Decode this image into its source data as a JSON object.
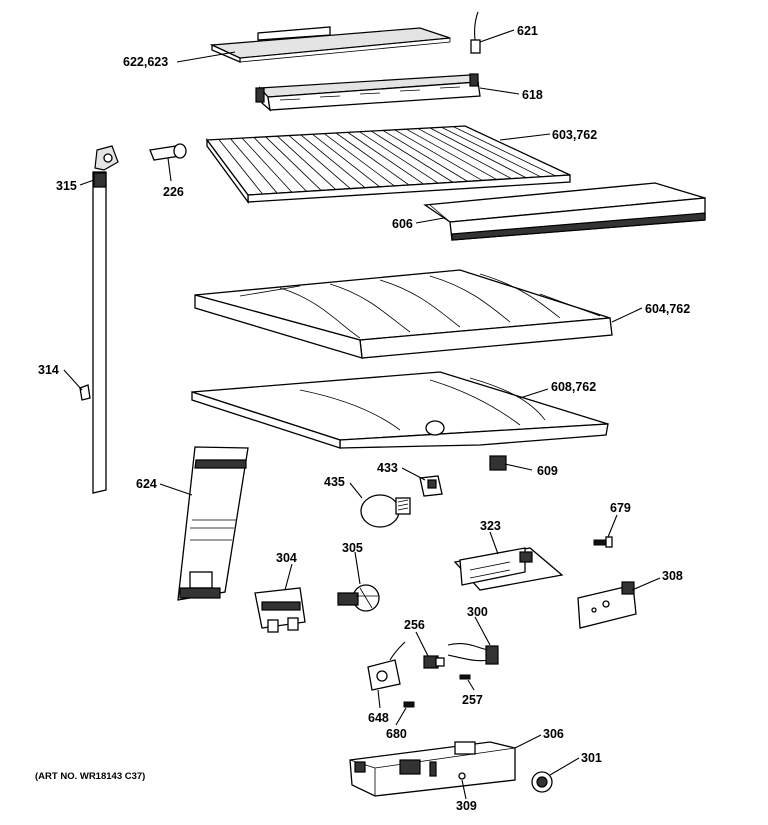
{
  "art_number": "(ART NO. WR18143 C37)",
  "labels": {
    "p621": "621",
    "p622": "622,623",
    "p618": "618",
    "p603": "603,762",
    "p315": "315",
    "p226": "226",
    "p606": "606",
    "p604": "604,762",
    "p314": "314",
    "p608": "608,762",
    "p433": "433",
    "p435": "435",
    "p609": "609",
    "p624": "624",
    "p679": "679",
    "p323": "323",
    "p304": "304",
    "p305": "305",
    "p308": "308",
    "p256": "256",
    "p300": "300",
    "p257": "257",
    "p648": "648",
    "p680": "680",
    "p306": "306",
    "p301": "301",
    "p309": "309"
  }
}
